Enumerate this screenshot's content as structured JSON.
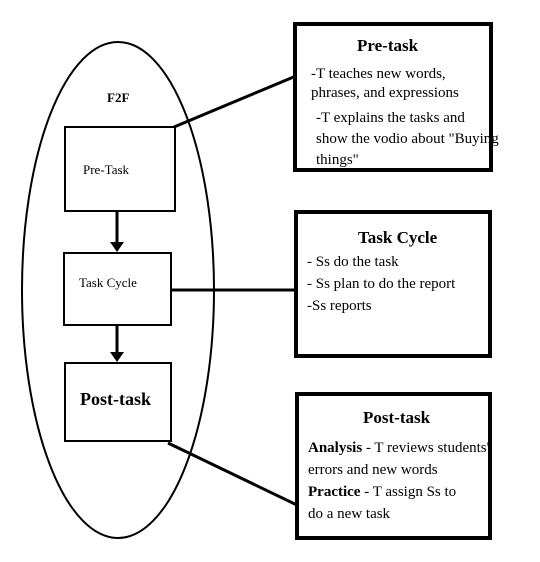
{
  "oval_label": "F2F",
  "flow": {
    "pre_task": "Pre-Task",
    "task_cycle": "Task Cycle",
    "post_task": "Post-task"
  },
  "pre_task_box": {
    "title": "Pre-task",
    "lines": [
      "-T teaches new words,",
      "phrases, and expressions",
      "-T explains the tasks and",
      "show the vodio about \"Buying",
      "things\""
    ]
  },
  "task_cycle_box": {
    "title": "Task Cycle",
    "lines": [
      "- Ss do the task",
      "- Ss plan to do the report",
      "-Ss reports"
    ]
  },
  "post_task_box": {
    "title": "Post-task",
    "analysis_label": "Analysis",
    "analysis_text": " - T reviews students'",
    "analysis_cont": "errors and new words",
    "practice_label": "Practice",
    "practice_text": " - T assign Ss to",
    "practice_cont": "do a new task"
  }
}
